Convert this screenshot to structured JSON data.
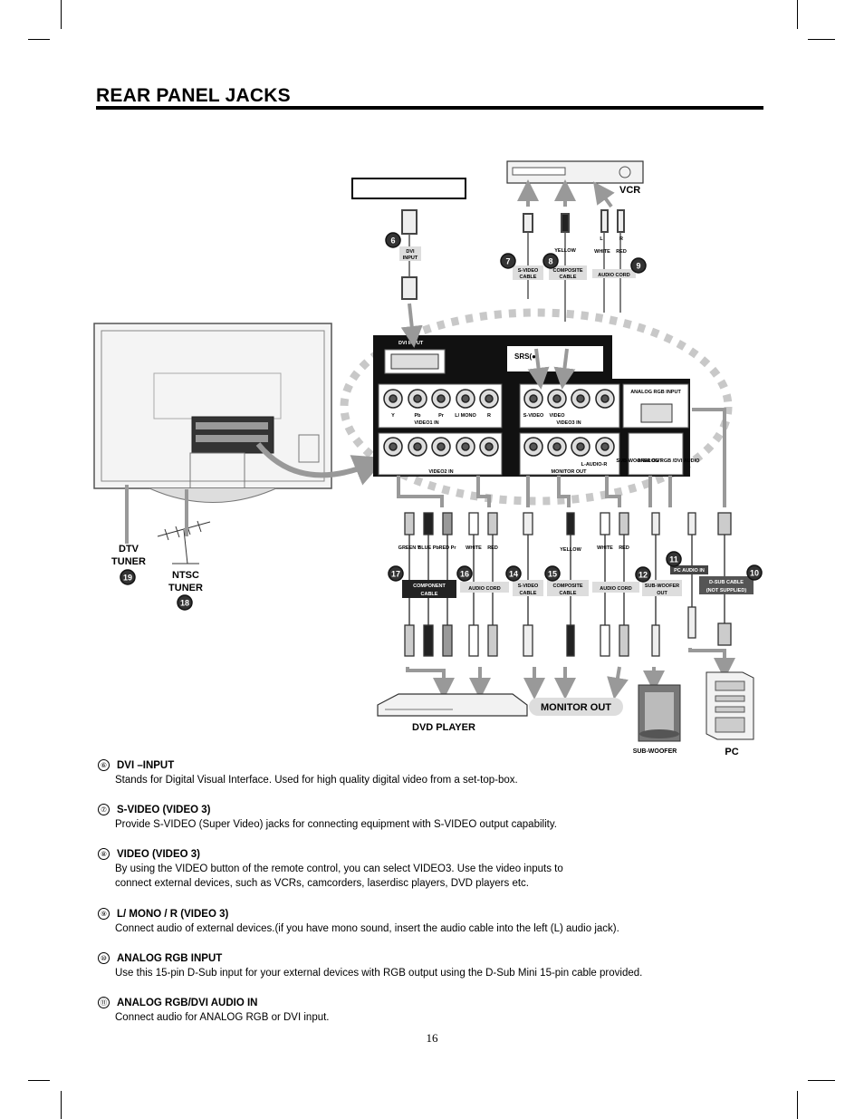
{
  "header": {
    "title": "REAR PANEL JACKS"
  },
  "diagram": {
    "devices": {
      "vcr": "VCR",
      "dvd": "DVD PLAYER",
      "pc": "PC",
      "subwoofer": "SUB-WOOFER",
      "monitor_out": "MONITOR OUT"
    },
    "tuners": {
      "dtv_1": "DTV",
      "dtv_2": "TUNER",
      "ntsc_1": "NTSC",
      "ntsc_2": "TUNER"
    },
    "panel": {
      "dvi_input": "DVI INPUT",
      "analog_rgb_input": "ANALOG RGB INPUT",
      "video1_in": "VIDEO1 IN",
      "video2_in": "VIDEO2 IN",
      "video3_in": "VIDEO3 IN",
      "monitor_out": "MONITOR OUT",
      "jack_y": "Y",
      "jack_pb": "Pb",
      "jack_pr": "Pr",
      "jack_lmono": "L/ MONO",
      "jack_r": "R",
      "jack_svideo": "S-VIDEO",
      "jack_video": "VIDEO",
      "jack_laudior": "L-AUDIO-R",
      "subwoofer_out": "SUB-WOOFER OUT",
      "rgb_dvi_audio": "ANALOG RGB /DVI AUDIO"
    },
    "cables": {
      "dvi_1": "DVI",
      "dvi_2": "INPUT",
      "svideo_1": "S-VIDEO",
      "svideo_2": "CABLE",
      "composite_1": "COMPOSITE",
      "composite_2": "CABLE",
      "audio_cord": "AUDIO CORD",
      "component_1": "COMPONENT",
      "component_2": "CABLE",
      "subwoofer_1": "SUB-WOOFER",
      "subwoofer_2": "OUT",
      "pc_audio_in": "PC AUDIO IN",
      "dsub_1": "D-SUB CABLE",
      "dsub_2": "(NOT SUPPLIED)",
      "yellow": "YELLOW",
      "white": "WHITE",
      "red": "RED",
      "l": "L",
      "r": "R",
      "green_y": "GREEN Y",
      "blue_pb": "BLUE Pb",
      "red_pr": "RED Pr"
    },
    "callouts": [
      "6",
      "7",
      "8",
      "9",
      "10",
      "11",
      "12",
      "14",
      "15",
      "16",
      "17",
      "18",
      "19"
    ]
  },
  "items": [
    {
      "num": "⑥",
      "heading": "DVI –INPUT",
      "lines": [
        "Stands for Digital Visual Interface. Used for high quality digital video from a set-top-box."
      ]
    },
    {
      "num": "⑦",
      "heading": "S-VIDEO (VIDEO 3)",
      "lines": [
        "Provide S-VIDEO (Super Video) jacks for connecting equipment with S-VIDEO output capability."
      ]
    },
    {
      "num": "⑧",
      "heading": "VIDEO (VIDEO 3)",
      "lines": [
        "By using the VIDEO button of the remote control, you can select VIDEO3. Use the video inputs to",
        "connect external devices, such as VCRs, camcorders, laserdisc players, DVD players etc."
      ]
    },
    {
      "num": "⑨",
      "heading": "L/ MONO / R (VIDEO 3)",
      "lines": [
        "Connect audio of external devices.(if you have mono sound, insert the audio cable into the left (L) audio jack)."
      ]
    },
    {
      "num": "⑩",
      "heading": "ANALOG RGB INPUT",
      "lines": [
        "Use this 15-pin D-Sub input for your external devices with RGB output using the D-Sub Mini 15-pin cable provided."
      ]
    },
    {
      "num": "⑪",
      "heading": "ANALOG RGB/DVI AUDIO IN",
      "lines": [
        "Connect audio for ANALOG RGB or DVI input."
      ]
    }
  ],
  "footer": {
    "page_number": "16"
  }
}
